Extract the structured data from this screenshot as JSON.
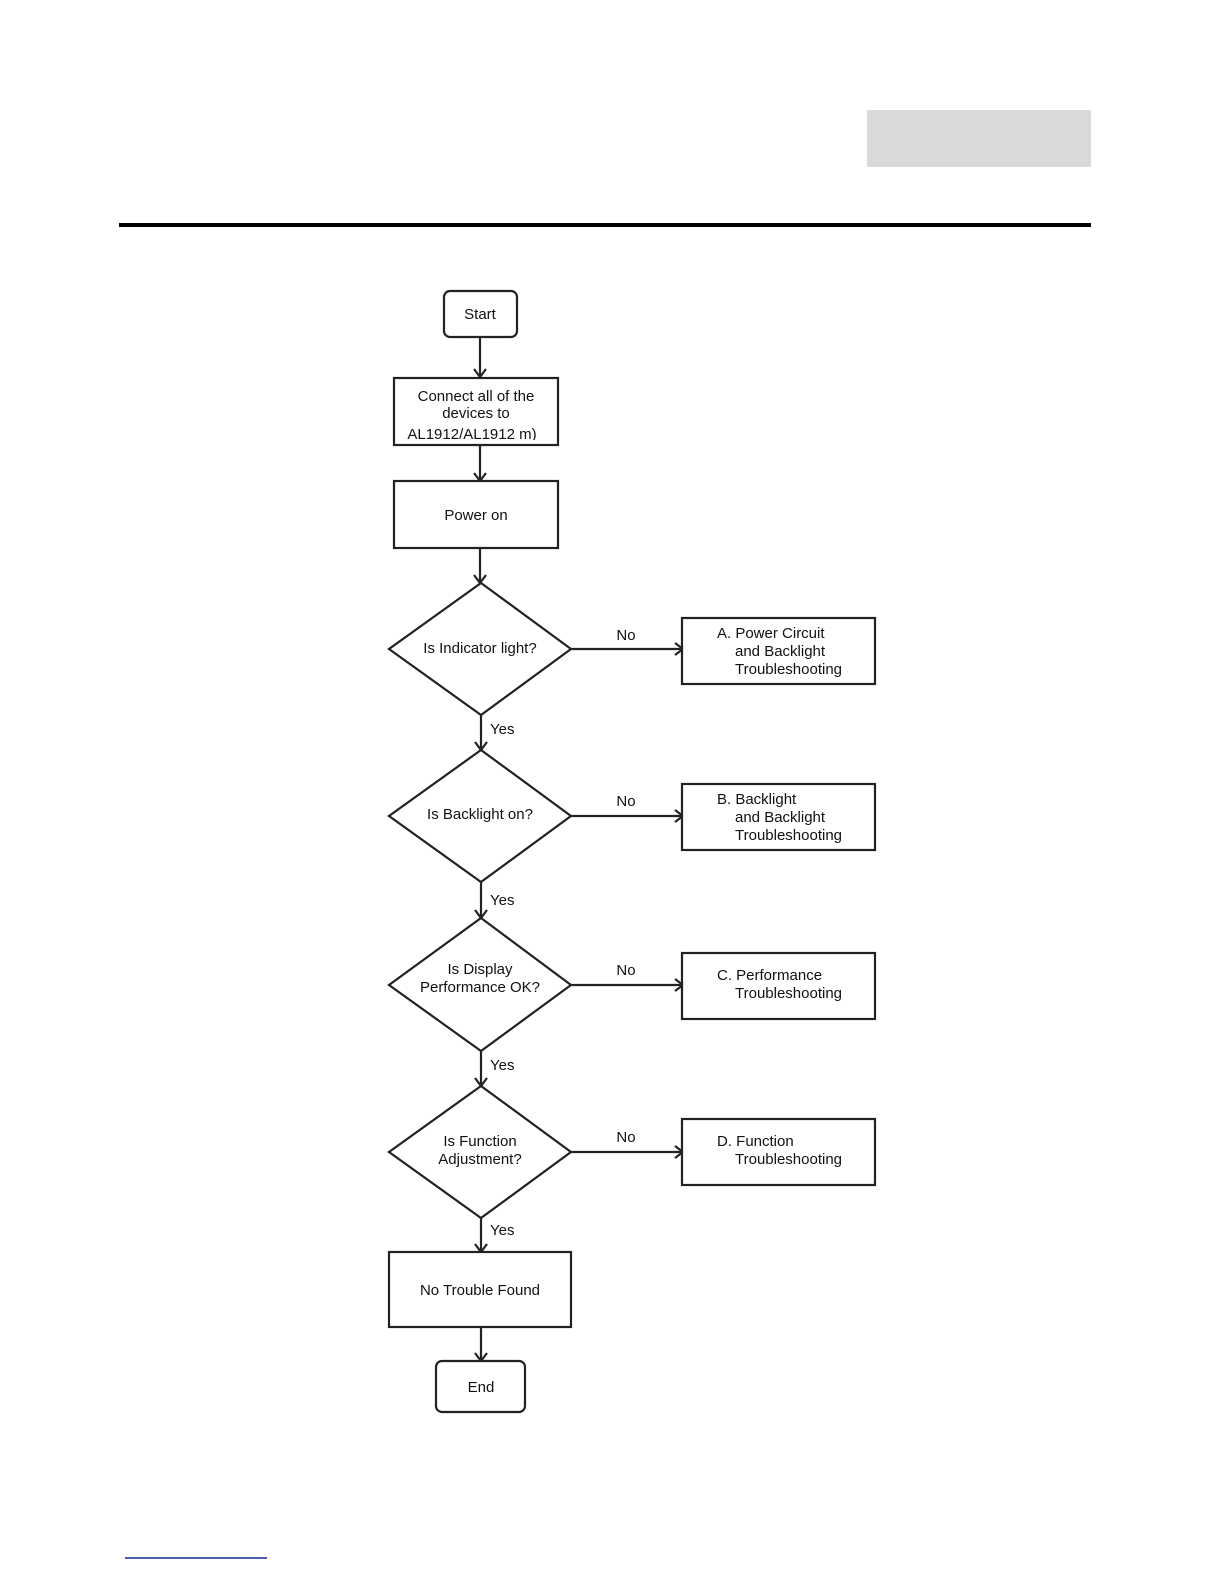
{
  "flowchart": {
    "start": "Start",
    "connect": [
      "Connect all of the",
      "devices to",
      "AL1912/AL1912 m)"
    ],
    "power_on": "Power on",
    "decisions": [
      {
        "lines": [
          "Is Indicator light?"
        ],
        "no": "No",
        "yes": "Yes",
        "result": [
          "A. Power Circuit",
          "and Backlight",
          "Troubleshooting"
        ]
      },
      {
        "lines": [
          "Is Backlight on?"
        ],
        "no": "No",
        "yes": "Yes",
        "result": [
          "B. Backlight",
          "and Backlight",
          "Troubleshooting"
        ]
      },
      {
        "lines": [
          "Is Display",
          "Performance OK?"
        ],
        "no": "No",
        "yes": "Yes",
        "result": [
          "C. Performance",
          "Troubleshooting"
        ]
      },
      {
        "lines": [
          "Is Function",
          "Adjustment?"
        ],
        "no": "No",
        "yes": "Yes",
        "result": [
          "D. Function",
          "Troubleshooting"
        ]
      }
    ],
    "no_trouble": "No Trouble Found",
    "end": "End"
  }
}
